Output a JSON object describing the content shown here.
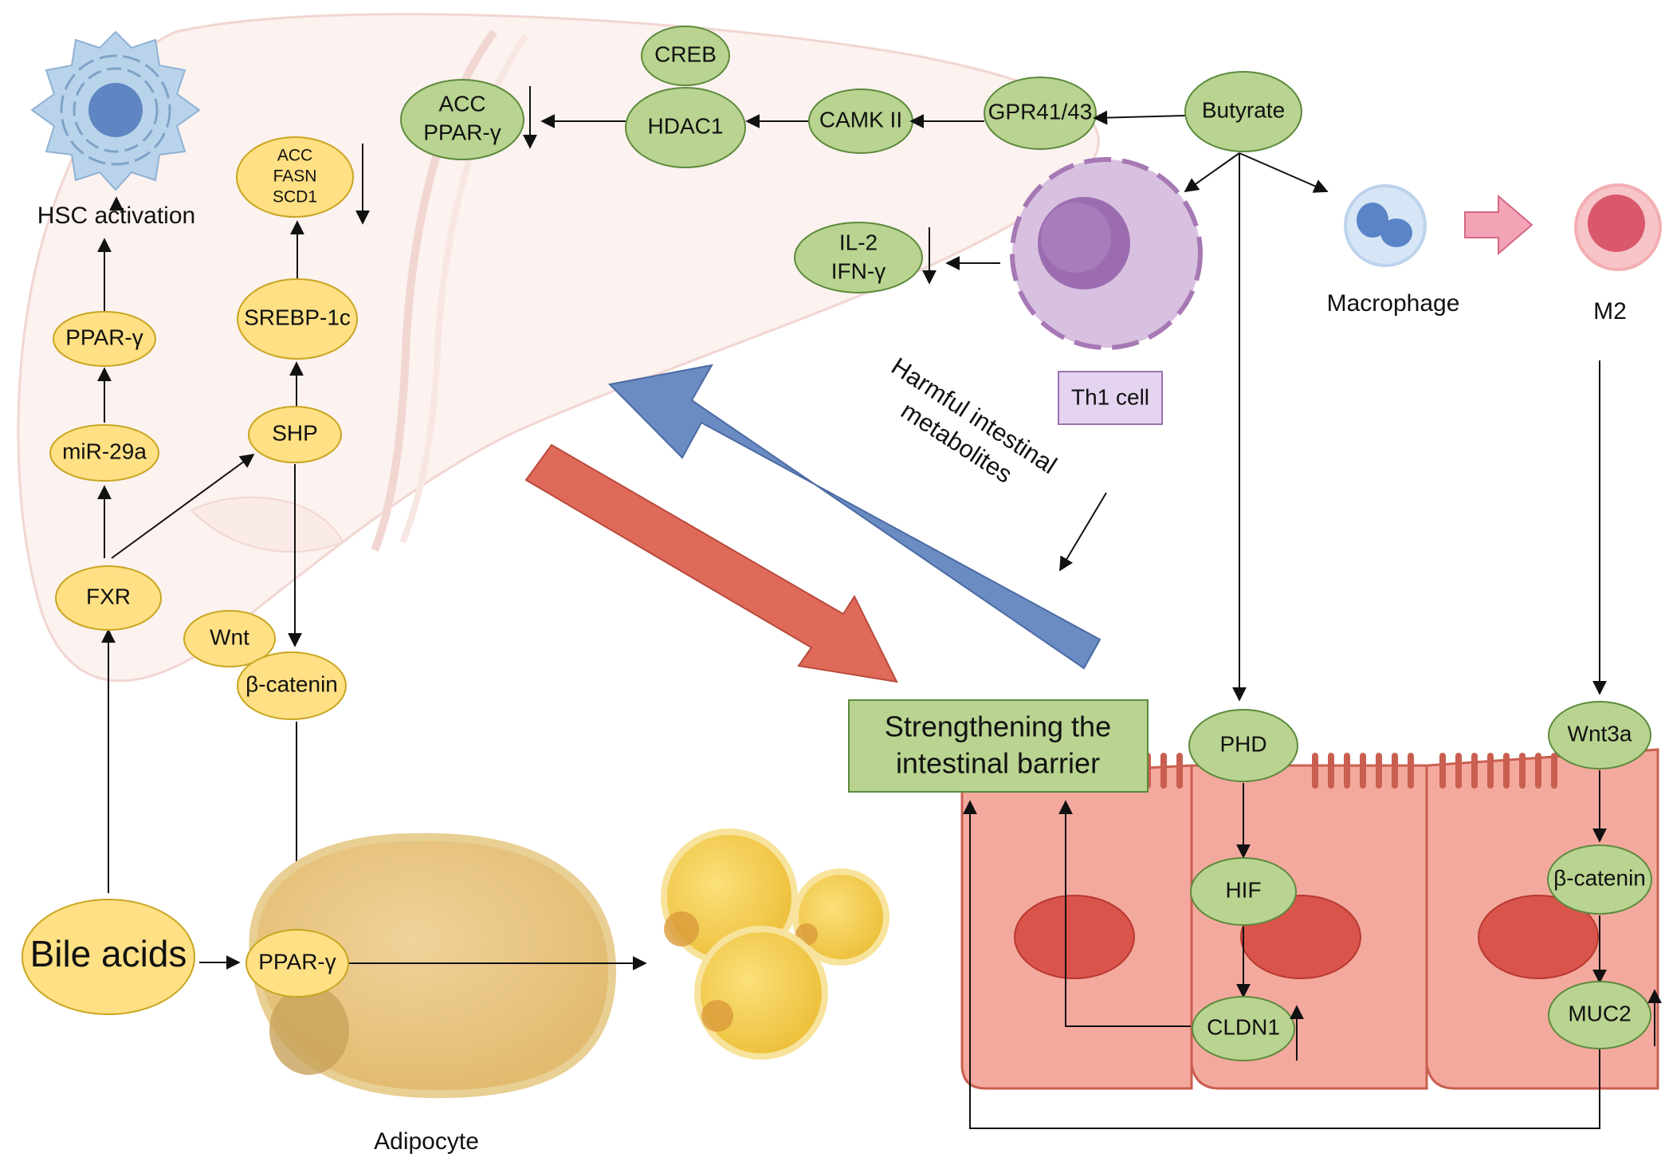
{
  "hsc": {
    "caption": "HSC activation"
  },
  "left_chain": {
    "ppar_gamma": "PPAR-γ",
    "mir29a": "miR-29a",
    "fxr": "FXR",
    "bile_acids": "Bile acids"
  },
  "srebp_chain": {
    "lipogenic_genes": [
      "ACC",
      "FASN",
      "SCD1"
    ],
    "srebp1c": "SREBP-1c",
    "shp": "SHP",
    "wnt": "Wnt",
    "beta_catenin": "β-catenin"
  },
  "adipocyte": {
    "ppar_gamma": "PPAR-γ",
    "caption": "Adipocyte"
  },
  "top_pathway": {
    "acc_ppar": [
      "ACC",
      "PPAR-γ"
    ],
    "creb": "CREB",
    "hdac1": "HDAC1",
    "camk2": "CAMK II",
    "gpr": "GPR41/43",
    "butyrate": "Butyrate"
  },
  "immune": {
    "cytokines": [
      "IL-2",
      "IFN-γ"
    ],
    "th1_label": "Th1 cell",
    "macrophage_label": "Macrophage",
    "m2_label": "M2"
  },
  "center": {
    "harmful_text": [
      "Harmful intestinal",
      "metabolites"
    ],
    "barrier_text": [
      "Strengthening the",
      "intestinal barrier"
    ]
  },
  "gut": {
    "phd": "PHD",
    "hif": "HIF",
    "cldn1": "CLDN1",
    "wnt3a": "Wnt3a",
    "beta_catenin": "β-catenin",
    "muc2": "MUC2"
  },
  "colors": {
    "yellow_node": "#ffe084",
    "green_node": "#b9d390",
    "red_arrow": "#e06a5a",
    "blue_arrow": "#6b8bc3",
    "gut_cell": "#f4a99e",
    "th1_cell": "#d8c0e0",
    "barrier_box": "#b9d390",
    "th1_box": "#e4d4ef"
  }
}
